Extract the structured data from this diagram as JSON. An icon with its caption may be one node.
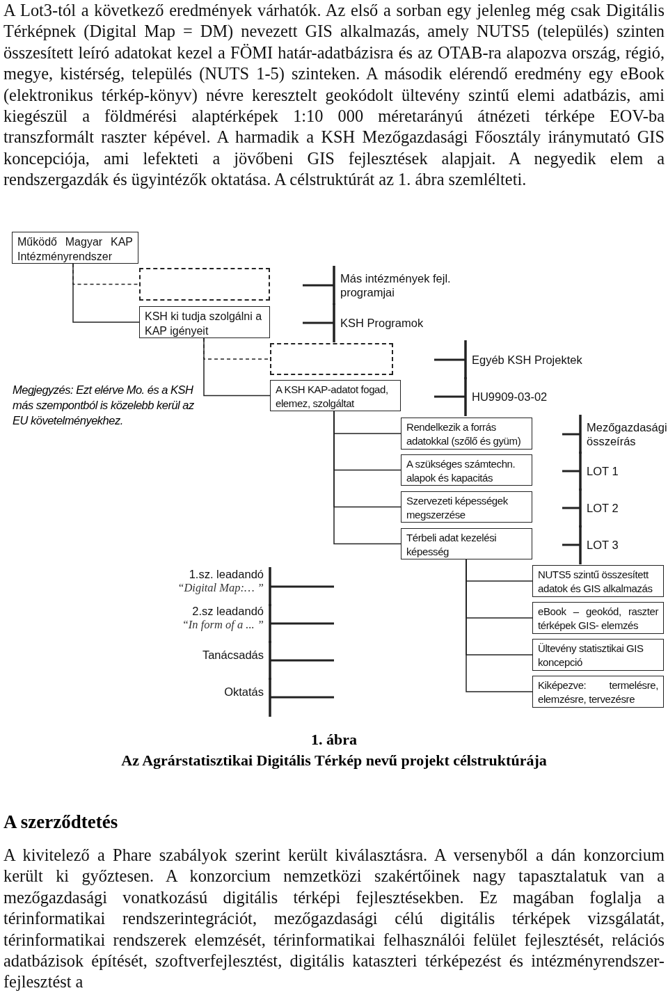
{
  "diagram": {
    "caption": "Az Agrárstatisztikai Digitális Térkép nevű projekt célstruktúrája",
    "nodes": [
      {
        "text": [
          "Működő Magyar KAP Intézményrendszer"
        ]
      },
      {
        "text": [],
        "shape": "box"
      },
      {
        "text": [
          "KSH ki tudja szolgálni a KAP igényeit"
        ]
      },
      {
        "text": [],
        "shape": "box"
      },
      {
        "text": [
          "A KSH KAP-adatot fogad, elemez, szolgáltat"
        ]
      },
      {
        "text": [
          "Rendelkezik a forrás adatokkal (szőlő és gyüm)"
        ]
      },
      {
        "text": [
          "A szükséges számtechn. alapok és kapacitás"
        ]
      },
      {
        "text": [
          "Szervezeti képességek megszerzése"
        ]
      },
      {
        "text": [
          "Térbeli adat kezelési képesség"
        ]
      },
      {
        "text": [
          "NUTS5 szintű összesített adatok és GIS alkalmazás"
        ]
      },
      {
        "text": [
          "eBook – geokód, raszter térképek GIS- elemzés"
        ]
      },
      {
        "text": [
          "Ültevény statisztikai GIS koncepció"
        ]
      },
      {
        "text": [
          "Kiképezve: termelésre, elemzésre, tervezésre"
        ]
      },
      {
        "text": [
          "Más intézmények fejl. programjai"
        ]
      },
      {
        "text": [
          "KSH Programok"
        ]
      },
      {
        "text": [
          "Egyéb KSH Projektek"
        ]
      },
      {
        "text": [
          "HU9909-03-02"
        ]
      },
      {
        "text": [
          "Mezőgazdasági összeírás"
        ]
      },
      {
        "text": [
          "LOT 1"
        ]
      },
      {
        "text": [
          "LOT 2"
        ]
      },
      {
        "text": [
          "LOT 3"
        ]
      },
      {
        "text": [
          "1.sz. leadandó",
          "“Digital Map:… ”"
        ]
      },
      {
        "text": [
          "2.sz leadandó",
          "“In form of a ... ”"
        ]
      },
      {
        "text": [
          "Tanácsadás"
        ]
      },
      {
        "text": [
          "Oktatás"
        ]
      }
    ],
    "edges": [
      {
        "from": 0,
        "to": 1,
        "arrow": "none",
        "style": "dashed"
      },
      {
        "from": 0,
        "to": 2,
        "arrow": "none"
      },
      {
        "from": 2,
        "to": 3,
        "arrow": "none",
        "style": "dashed"
      },
      {
        "from": 2,
        "to": 4,
        "arrow": "none"
      },
      {
        "from": 4,
        "to": 5,
        "arrow": "none"
      },
      {
        "from": 4,
        "to": 6,
        "arrow": "none"
      },
      {
        "from": 4,
        "to": 7,
        "arrow": "none"
      },
      {
        "from": 4,
        "to": 8,
        "arrow": "none"
      },
      {
        "from": 8,
        "to": 9,
        "arrow": "none"
      },
      {
        "from": 8,
        "to": 10,
        "arrow": "none"
      },
      {
        "from": 8,
        "to": 11,
        "arrow": "none"
      },
      {
        "from": 8,
        "to": 12,
        "arrow": "none"
      },
      {
        "from": null,
        "to": 13,
        "arrow": "other"
      },
      {
        "from": null,
        "to": 14,
        "arrow": "other"
      },
      {
        "from": null,
        "to": 15,
        "arrow": "other"
      },
      {
        "from": null,
        "to": 16,
        "arrow": "other"
      },
      {
        "from": null,
        "to": 17,
        "arrow": "other"
      },
      {
        "from": null,
        "to": 18,
        "arrow": "other"
      },
      {
        "from": null,
        "to": 19,
        "arrow": "other"
      },
      {
        "from": null,
        "to": 20,
        "arrow": "other"
      },
      {
        "from": 21,
        "to": null,
        "arrow": "other"
      },
      {
        "from": 22,
        "to": null,
        "arrow": "other"
      },
      {
        "from": 23,
        "to": null,
        "arrow": "other"
      },
      {
        "from": 24,
        "to": null,
        "arrow": "other"
      }
    ],
    "labels": [
      "A Lot3-tól a következő eredmények várhatók. Az első a sorban egy jelenleg még csak Digitális Térképnek (Digital Map = DM) nevezett GIS alkalmazás, amely NUTS5 (település) szinten összesített leíró adatokat kezel a FÖMI határ-adatbázisra és az OTAB-ra alapozva ország, régió, megye, kistérség, település (NUTS 1-5) szinteken. A második elérendő eredmény egy eBook (elektronikus térkép-könyv) névre keresztelt geokódolt ültevény szintű elemi adatbázis, ami kiegészül a földmérési alaptérképek 1:10 000 méretarányú átnézeti térképe EOV-ba transzformált raszter képével. A harmadik a KSH Mezőgazdasági Főosztály iránymutató GIS koncepciója, ami lefekteti a jövőbeni GIS fejlesztések alapjait. A negyedik elem a rendszergazdák és ügyintézők oktatása. A célstruktúrát az 1. ábra szemlélteti.",
      "Megjegyzés: Ezt elérve Mo. és a KSH más szempontból is közelebb kerül az EU követelményekhez.",
      "1. ábra",
      "A szerződtetés",
      "A kivitelező a Phare szabályok szerint került kiválasztásra. A versenyből a dán konzorcium került ki győztesen. A konzorcium nemzetközi szakértőinek nagy tapasztalatuk van a mezőgazdasági vonatkozású digitális térképi fejlesztésekben. Ez magában foglalja a térinformatikai rendszerintegrációt, mezőgazdasági célú digitális térképek vizsgálatát, térinformatikai rendszerek elemzését, térinformatikai felhasználói felület fejlesztését, relációs adatbázisok építését, szoftverfejlesztést, digitális kataszteri térképezést és intézményrendszer-fejlesztést a"
    ]
  }
}
